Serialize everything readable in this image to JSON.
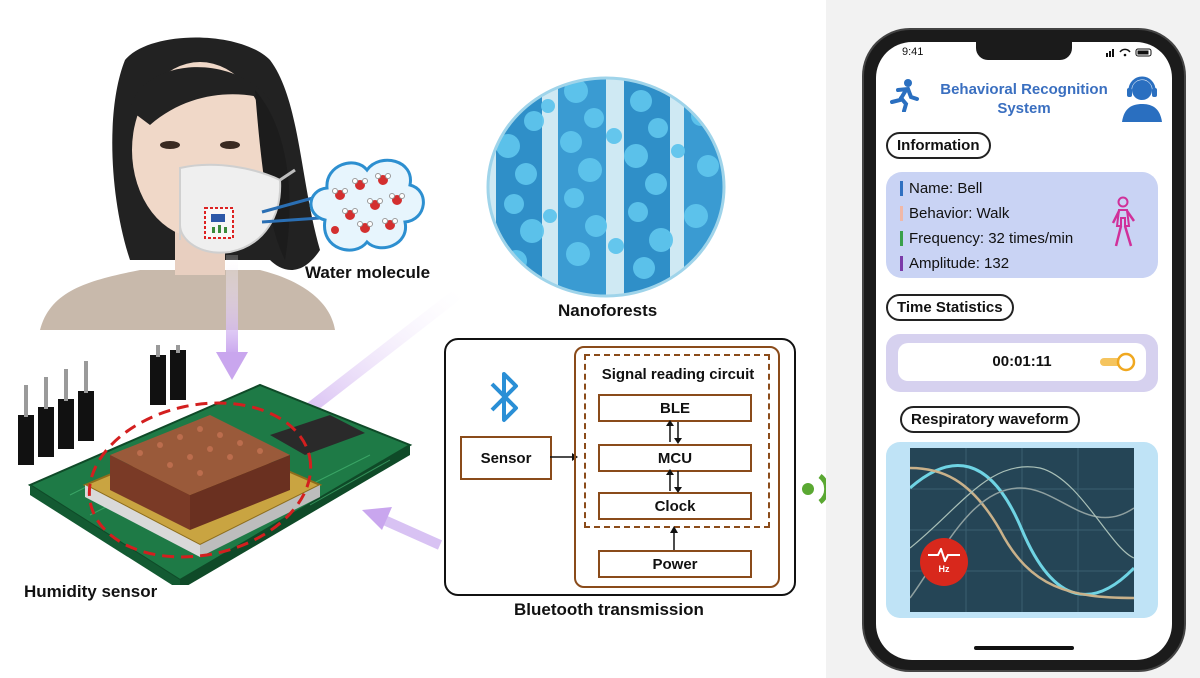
{
  "labels": {
    "water_molecule": "Water molecule",
    "nanoforests": "Nanoforests",
    "humidity_sensor": "Humidity sensor",
    "bluetooth_transmission": "Bluetooth transmission"
  },
  "circuit": {
    "sensor": "Sensor",
    "signal_reading_circuit": "Signal reading circuit",
    "ble": "BLE",
    "mcu": "MCU",
    "clock": "Clock",
    "power": "Power"
  },
  "phone": {
    "status_time": "9:41",
    "app_title_line1": "Behavioral Recognition",
    "app_title_line2": "System",
    "information_label": "Information",
    "info_items": [
      {
        "text": "Name: Bell",
        "color": "#2f6fc0"
      },
      {
        "text": "Behavior: Walk",
        "color": "#f0b8a8"
      },
      {
        "text": "Frequency: 32 times/min",
        "color": "#3aa04a"
      },
      {
        "text": "Amplitude: 132",
        "color": "#7b3aa8"
      }
    ],
    "time_statistics_label": "Time Statistics",
    "timer_value": "00:01:11",
    "respiratory_waveform_label": "Respiratory waveform",
    "hz_badge": "Hz"
  },
  "colors": {
    "arrow_purple": "#c9a6ee",
    "circuit_brown": "#8a4b1a",
    "bluetooth_blue": "#2a8fd6",
    "signal_green": "#5aa832",
    "title_blue": "#3a6fc0",
    "walker_pink": "#d0309a"
  }
}
